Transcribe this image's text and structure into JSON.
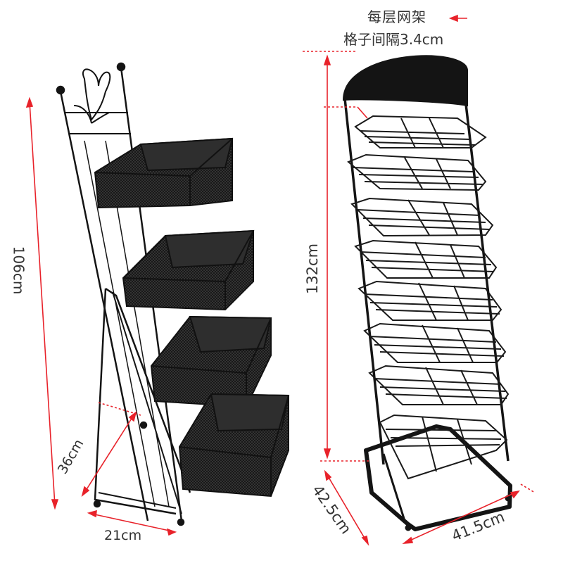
{
  "labels": {
    "left_height": "106cm",
    "left_depth": "36cm",
    "left_width": "21cm",
    "right_height": "132cm",
    "right_depth": "42.5cm",
    "right_width": "41.5cm",
    "note_line1": "每层网架",
    "note_line2": "格子间隔3.4cm"
  },
  "colors": {
    "rack": "#141414",
    "mesh": "#2a2a2a",
    "dimension_line": "#e8222a",
    "text": "#333333"
  }
}
